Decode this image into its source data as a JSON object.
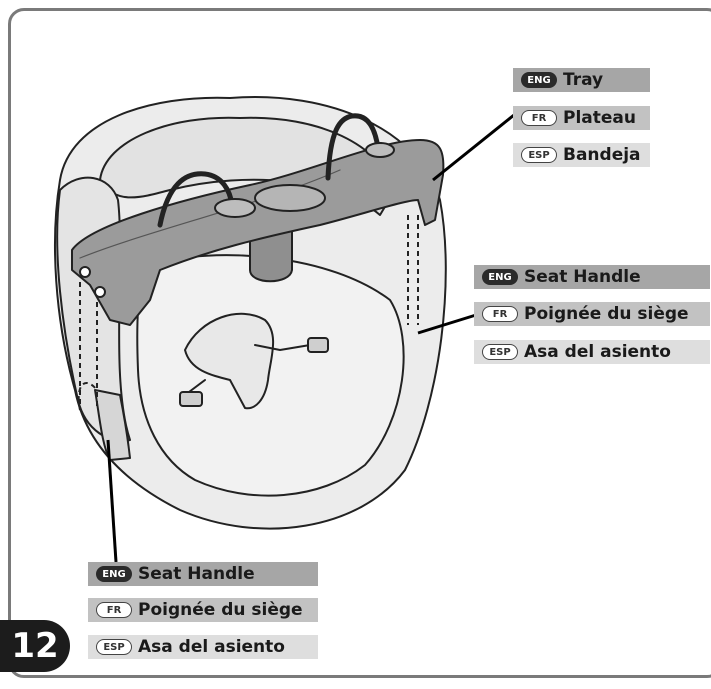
{
  "labels": {
    "tray": {
      "eng": {
        "badge": "ENG",
        "text": "Tray"
      },
      "fr": {
        "badge": "FR",
        "text": "Plateau"
      },
      "esp": {
        "badge": "ESP",
        "text": "Bandeja"
      }
    },
    "seat_handle_right": {
      "eng": {
        "badge": "ENG",
        "text": "Seat Handle"
      },
      "fr": {
        "badge": "FR",
        "text": "Poignée du siège"
      },
      "esp": {
        "badge": "ESP",
        "text": "Asa del asiento"
      }
    },
    "seat_handle_left": {
      "eng": {
        "badge": "ENG",
        "text": "Seat Handle"
      },
      "fr": {
        "badge": "FR",
        "text": "Poignée du siège"
      },
      "esp": {
        "badge": "ESP",
        "text": "Asa del asiento"
      }
    }
  },
  "page_number": "12",
  "colors": {
    "frame": "#7a7a7a",
    "label_dark": "#a6a6a6",
    "label_mid": "#c2c2c2",
    "label_light": "#dedede",
    "seat_fill": "#ececec",
    "tray_fill": "#9b9b9b"
  }
}
